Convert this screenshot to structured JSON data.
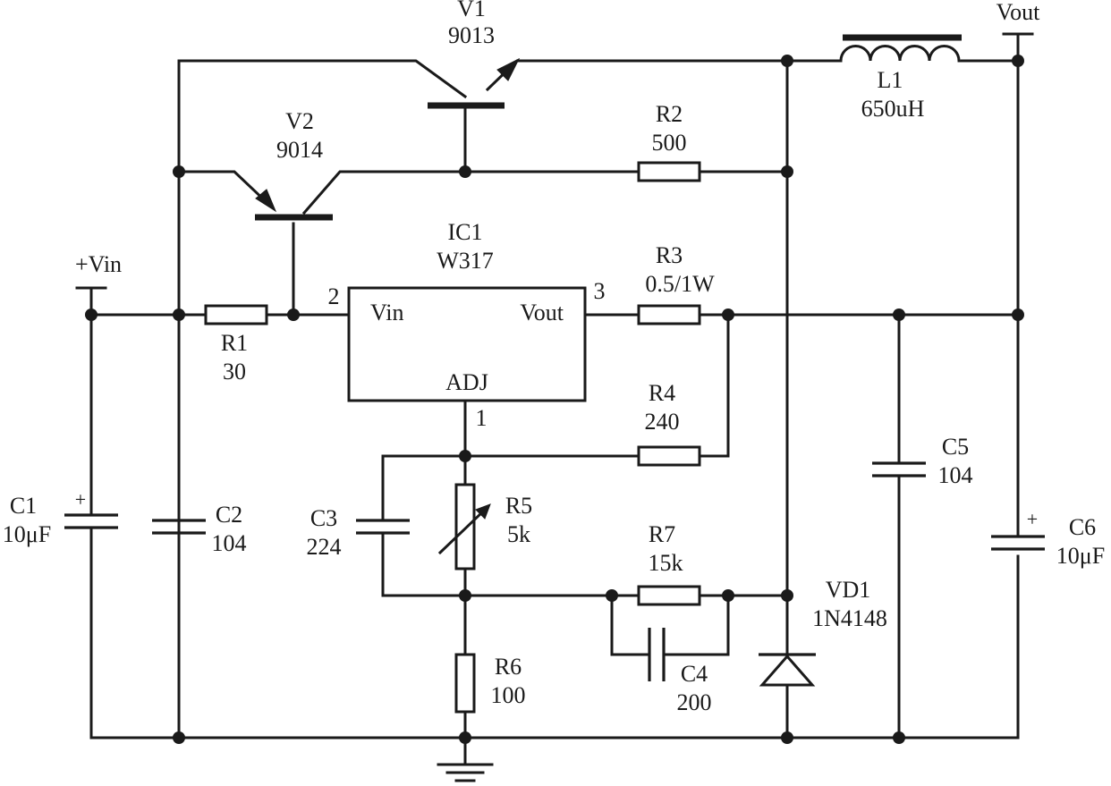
{
  "components": {
    "V1": {
      "ref": "V1",
      "value": "9013"
    },
    "V2": {
      "ref": "V2",
      "value": "9014"
    },
    "L1": {
      "ref": "L1",
      "value": "650uH"
    },
    "R1": {
      "ref": "R1",
      "value": "30"
    },
    "R2": {
      "ref": "R2",
      "value": "500"
    },
    "R3": {
      "ref": "R3",
      "value": "0.5/1W"
    },
    "R4": {
      "ref": "R4",
      "value": "240"
    },
    "R5": {
      "ref": "R5",
      "value": "5k"
    },
    "R6": {
      "ref": "R6",
      "value": "100"
    },
    "R7": {
      "ref": "R7",
      "value": "15k"
    },
    "C1": {
      "ref": "C1",
      "value": "10μF"
    },
    "C2": {
      "ref": "C2",
      "value": "104"
    },
    "C3": {
      "ref": "C3",
      "value": "224"
    },
    "C4": {
      "ref": "C4",
      "value": "200"
    },
    "C5": {
      "ref": "C5",
      "value": "104"
    },
    "C6": {
      "ref": "C6",
      "value": "10μF"
    },
    "VD1": {
      "ref": "VD1",
      "value": "1N4148"
    },
    "IC1": {
      "ref": "IC1",
      "value": "W317",
      "pin_vin": "Vin",
      "pin_vout": "Vout",
      "pin_adj": "ADJ",
      "pin_num_vin": "2",
      "pin_num_vout": "3",
      "pin_num_adj": "1"
    }
  },
  "terminals": {
    "input": "+Vin",
    "output": "Vout"
  },
  "polarity_mark": "+"
}
